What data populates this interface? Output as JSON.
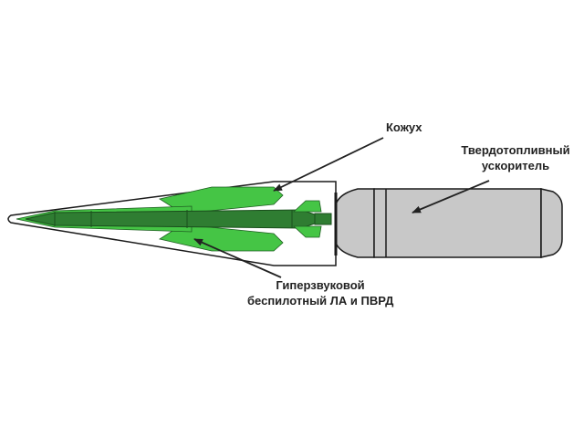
{
  "labels": {
    "casing": "Кожух",
    "booster_line1": "Твердотопливный",
    "booster_line2": "ускоритель",
    "uav_line1": "Гиперзвуковой",
    "uav_line2": "беспилотный ЛА и ПВРД"
  },
  "colors": {
    "casing_fill": "#ffffff",
    "outline": "#1a1a1a",
    "vehicle_dark": "#2f7d32",
    "vehicle_light": "#45c545",
    "booster_fill": "#c8c8c8",
    "arrow": "#222222"
  }
}
